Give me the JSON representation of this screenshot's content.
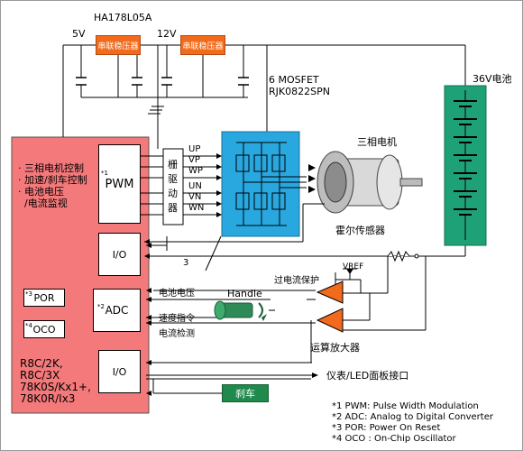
{
  "top": {
    "regulator_part": "HA178L05A",
    "v5": "5V",
    "v12": "12V",
    "regulator1": "串联稳压器",
    "regulator2": "串联稳压器"
  },
  "mosfet": {
    "line1": "6 MOSFET",
    "line2": "RJK0822SPN"
  },
  "battery": {
    "label": "36V电池"
  },
  "motor": {
    "label": "三相电机",
    "hall": "霍尔传感器"
  },
  "mcu": {
    "features": [
      "三相电机控制",
      "加速/刹车控制",
      "电池电压",
      "/电流监视"
    ],
    "bullet": "·",
    "pwm": "PWM",
    "pwm_mark": "*1",
    "gate_driver": "栅驱动器",
    "io1": "I/O",
    "adc": "ADC",
    "adc_mark": "*2",
    "por": "POR",
    "por_mark": "*3",
    "oco": "OCO",
    "oco_mark": "*4",
    "io2": "I/O",
    "models": [
      "R8C/2K,",
      "R8C/3X",
      "78K0S/Kx1+,",
      "78K0R/Ix3"
    ]
  },
  "signals": [
    "UP",
    "VP",
    "WP",
    "UN",
    "VN",
    "WN"
  ],
  "bus_width": "3",
  "analog": {
    "overcurrent": "过电流保护",
    "vref": "VREF",
    "battery_voltage": "电池电压",
    "speed_cmd": "速度指令",
    "current_detect": "电流检测",
    "amplifier": "运算放大器",
    "handle": "Handle"
  },
  "outputs": {
    "panel": "仪表/LED面板接口",
    "brake": "刹车"
  },
  "footnotes": [
    "*1 PWM: Pulse Width Modulation",
    "*2 ADC: Analog to Digital Converter",
    "*3 POR: Power On Reset",
    "*4 OCO : On-Chip Oscillator"
  ],
  "colors": {
    "mcu": "#f4797b",
    "regulator": "#f26a1b",
    "mosfet": "#29a8e0",
    "battery": "#1fa178",
    "amp": "#f26a1b",
    "brake": "#1f8a4c"
  }
}
